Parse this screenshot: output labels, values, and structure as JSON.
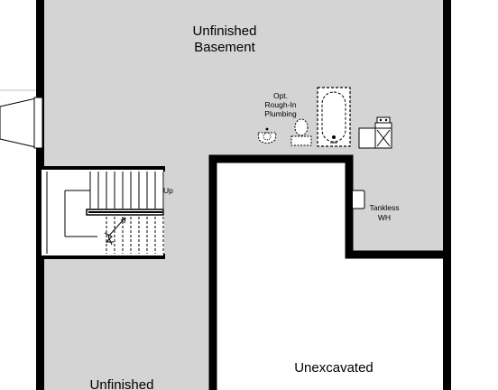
{
  "rooms": {
    "unfinished_basement_line1": "Unfinished",
    "unfinished_basement_line2": "Basement",
    "unfinished_lower": "Unfinished",
    "unexcavated": "Unexcavated"
  },
  "fixtures": {
    "rough_in_line1": "Opt.",
    "rough_in_line2": "Rough-In",
    "rough_in_line3": "Plumbing",
    "tankless_line1": "Tankless",
    "tankless_line2": "WH"
  },
  "stairs": {
    "up_label": "Up"
  },
  "colors": {
    "floor_fill": "#d4d4d4",
    "wall": "#000000",
    "background": "#ffffff"
  }
}
